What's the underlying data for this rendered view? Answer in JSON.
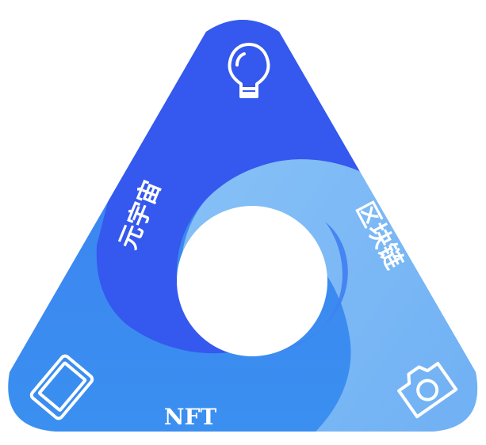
{
  "segments": {
    "top": {
      "label": "元宇宙",
      "icon": "lightbulb-icon",
      "color": "#3558EE"
    },
    "right": {
      "label": "区块链",
      "icon": "camera-icon",
      "color": "#78B6F5"
    },
    "bottom_left": {
      "label": "NFT",
      "icon": "tablet-icon",
      "color": "#3C86F0"
    }
  },
  "colors": {
    "center_hole": "#FFFFFF",
    "background": "#FFFFFF"
  }
}
